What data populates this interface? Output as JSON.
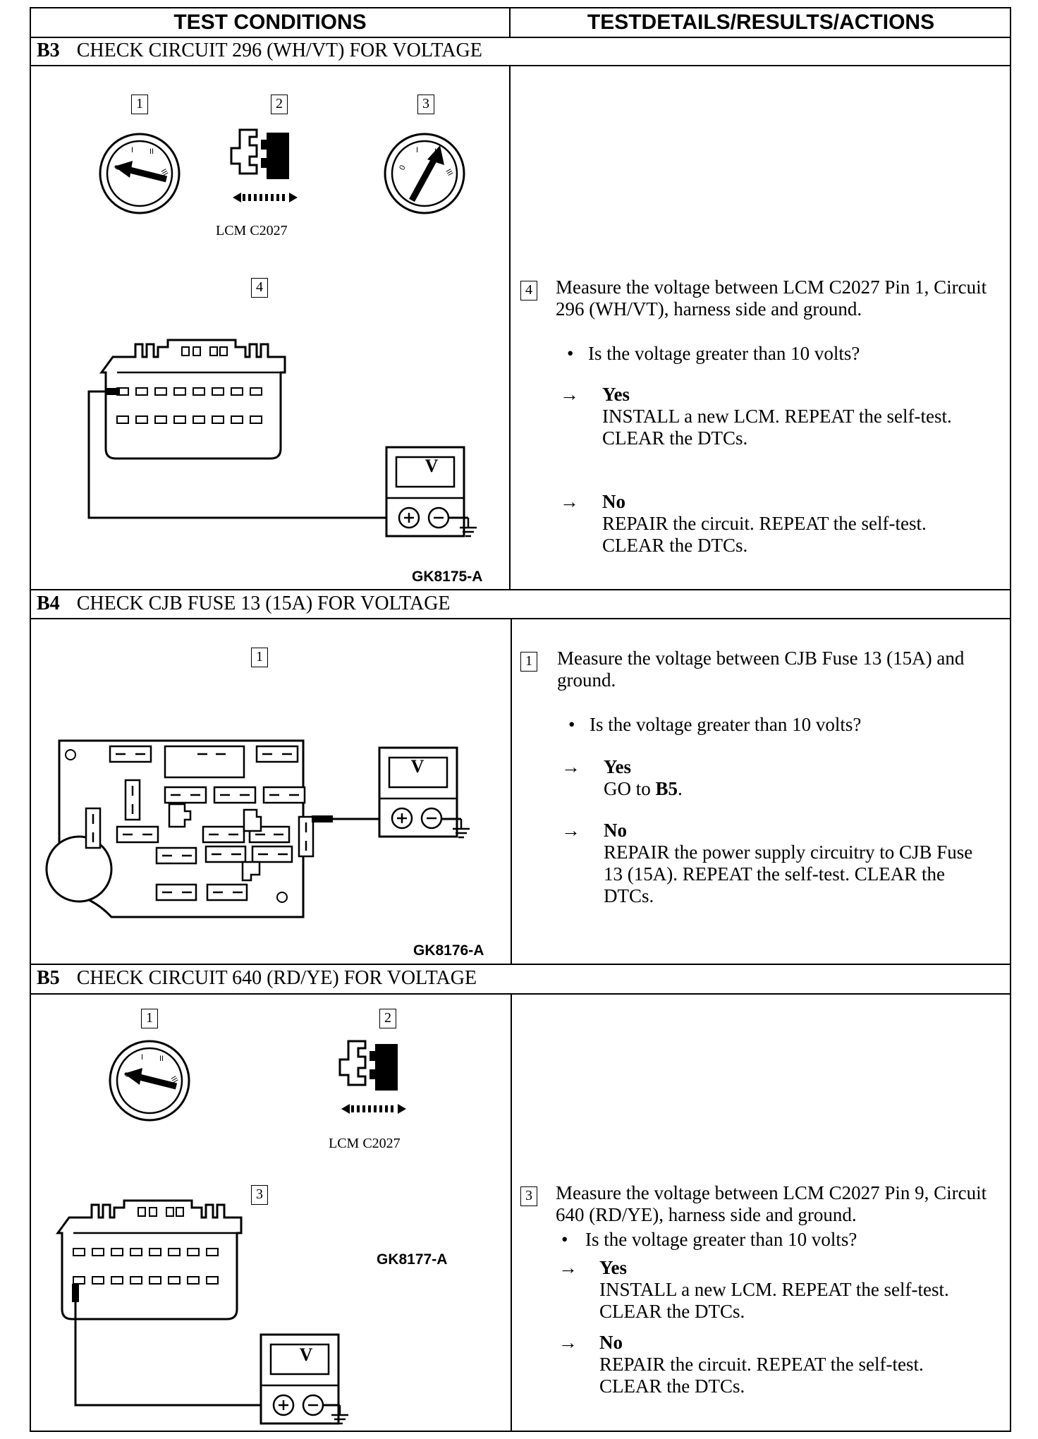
{
  "headers": {
    "left": "TEST CONDITIONS",
    "right": "TESTDETAILS/RESULTS/ACTIONS"
  },
  "sections": {
    "b3": {
      "id": "B3",
      "title": "CHECK CIRCUIT 296 (WH/VT) FOR VOLTAGE",
      "step_boxes": [
        "1",
        "2",
        "3",
        "4"
      ],
      "connector_label": "LCM C2027",
      "meter_symbol": "V",
      "figure_code": "GK8175-A",
      "step": "4",
      "instruction": "Measure the voltage between LCM C2027 Pin 1, Circuit 296 (WH/VT), harness side and ground.",
      "question": "Is the voltage greater than 10 volts?",
      "yes_label": "Yes",
      "yes_action": "INSTALL a new LCM. REPEAT the self-test. CLEAR the DTCs.",
      "no_label": "No",
      "no_action": "REPAIR the circuit. REPEAT the self-test. CLEAR the DTCs."
    },
    "b4": {
      "id": "B4",
      "title": "CHECK CJB FUSE 13 (15A) FOR VOLTAGE",
      "step_boxes": [
        "1"
      ],
      "meter_symbol": "V",
      "figure_code": "GK8176-A",
      "step": "1",
      "instruction": "Measure the voltage between CJB Fuse 13 (15A) and ground.",
      "question": "Is the voltage greater than 10 volts?",
      "yes_label": "Yes",
      "yes_action_prefix": "GO to ",
      "yes_action_target": "B5",
      "no_label": "No",
      "no_action": "REPAIR the power supply circuitry to CJB Fuse 13 (15A). REPEAT the self-test. CLEAR the DTCs."
    },
    "b5": {
      "id": "B5",
      "title": "CHECK CIRCUIT 640 (RD/YE) FOR VOLTAGE",
      "step_boxes": [
        "1",
        "2",
        "3"
      ],
      "connector_label": "LCM C2027",
      "meter_symbol": "V",
      "figure_code": "GK8177-A",
      "step": "3",
      "instruction": "Measure the voltage between LCM C2027 Pin 9, Circuit 640 (RD/YE), harness side and ground.",
      "question": "Is the voltage greater than 10 volts?",
      "yes_label": "Yes",
      "yes_action": "INSTALL a new LCM. REPEAT the self-test. CLEAR the DTCs.",
      "no_label": "No",
      "no_action": "REPAIR the circuit. REPEAT the self-test. CLEAR the DTCs."
    }
  },
  "symbols": {
    "bullet": "•",
    "arrow": "→"
  }
}
